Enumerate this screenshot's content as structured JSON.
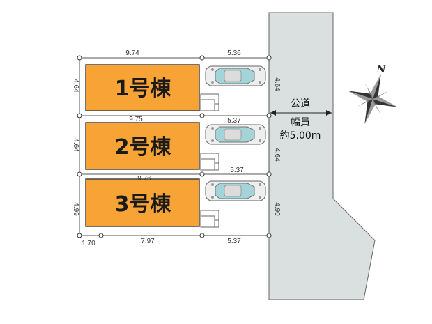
{
  "colors": {
    "building_fill": "#f7a336",
    "road_fill": "#d9e0df",
    "line": "#555555"
  },
  "lots": [
    {
      "label": "1号棟",
      "dim_top_house": "9.74",
      "dim_top_parking": "5.36",
      "dim_left": "4.64",
      "dim_right": "4.64"
    },
    {
      "label": "2号棟",
      "dim_top_house": "9.75",
      "dim_top_parking": "5.37",
      "dim_left": "4.64",
      "dim_right": "4.64"
    },
    {
      "label": "3号棟",
      "dim_top_house": "9.76",
      "dim_top_parking": "5.37",
      "dim_left": "4.99",
      "dim_right": "4.90",
      "dim_bottom_offset": "1.70",
      "dim_bottom_house": "7.97",
      "dim_bottom_parking": "5.37"
    }
  ],
  "road": {
    "label": "公道",
    "width_label": "幅員",
    "width_value": "約5.00m"
  },
  "compass": {
    "label": "N"
  },
  "icons": {
    "car": "car-icon",
    "steps": "stairs-icon",
    "compass": "compass-rose-icon"
  }
}
